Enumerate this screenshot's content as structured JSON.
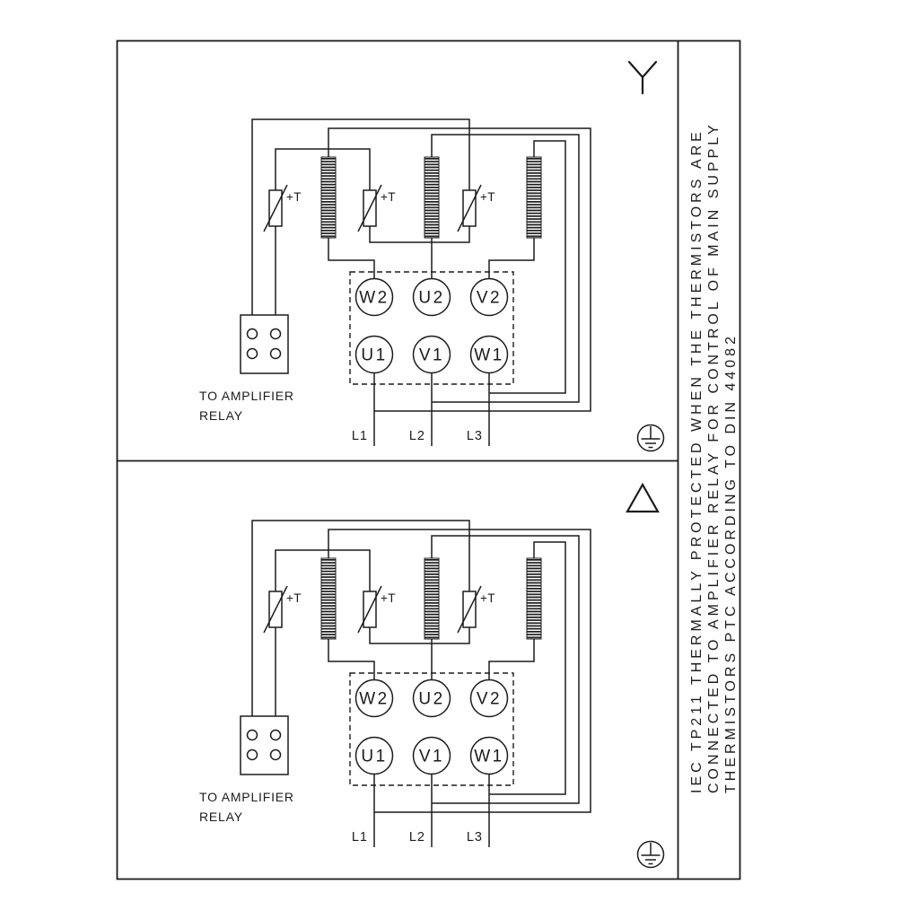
{
  "page": {
    "background": "#ffffff",
    "line_color": "#1c1c1c"
  },
  "side_note": {
    "lines": [
      "IEC TP211 THERMALLY PROTECTED WHEN THE THERMISTORS ARE",
      "CONNECTED TO AMPLIFIER RELAY FOR CONTROL OF MAIN SUPPLY",
      "THERMISTORS PTC ACCORDING TO DIN 44082"
    ]
  },
  "panels": [
    {
      "connection": "star",
      "connection_symbol": "Y",
      "thermistor_labels": [
        "+T",
        "+T",
        "+T"
      ],
      "terminals_top": [
        "W2",
        "U2",
        "V2"
      ],
      "terminals_bottom": [
        "U1",
        "V1",
        "W1"
      ],
      "relay_note": [
        "TO AMPLIFIER",
        "RELAY"
      ],
      "supply_labels": [
        "L1",
        "L2",
        "L3"
      ]
    },
    {
      "connection": "delta",
      "connection_symbol": "Δ",
      "thermistor_labels": [
        "+T",
        "+T",
        "+T"
      ],
      "terminals_top": [
        "W2",
        "U2",
        "V2"
      ],
      "terminals_bottom": [
        "U1",
        "V1",
        "W1"
      ],
      "relay_note": [
        "TO AMPLIFIER",
        "RELAY"
      ],
      "supply_labels": [
        "L1",
        "L2",
        "L3"
      ]
    }
  ]
}
